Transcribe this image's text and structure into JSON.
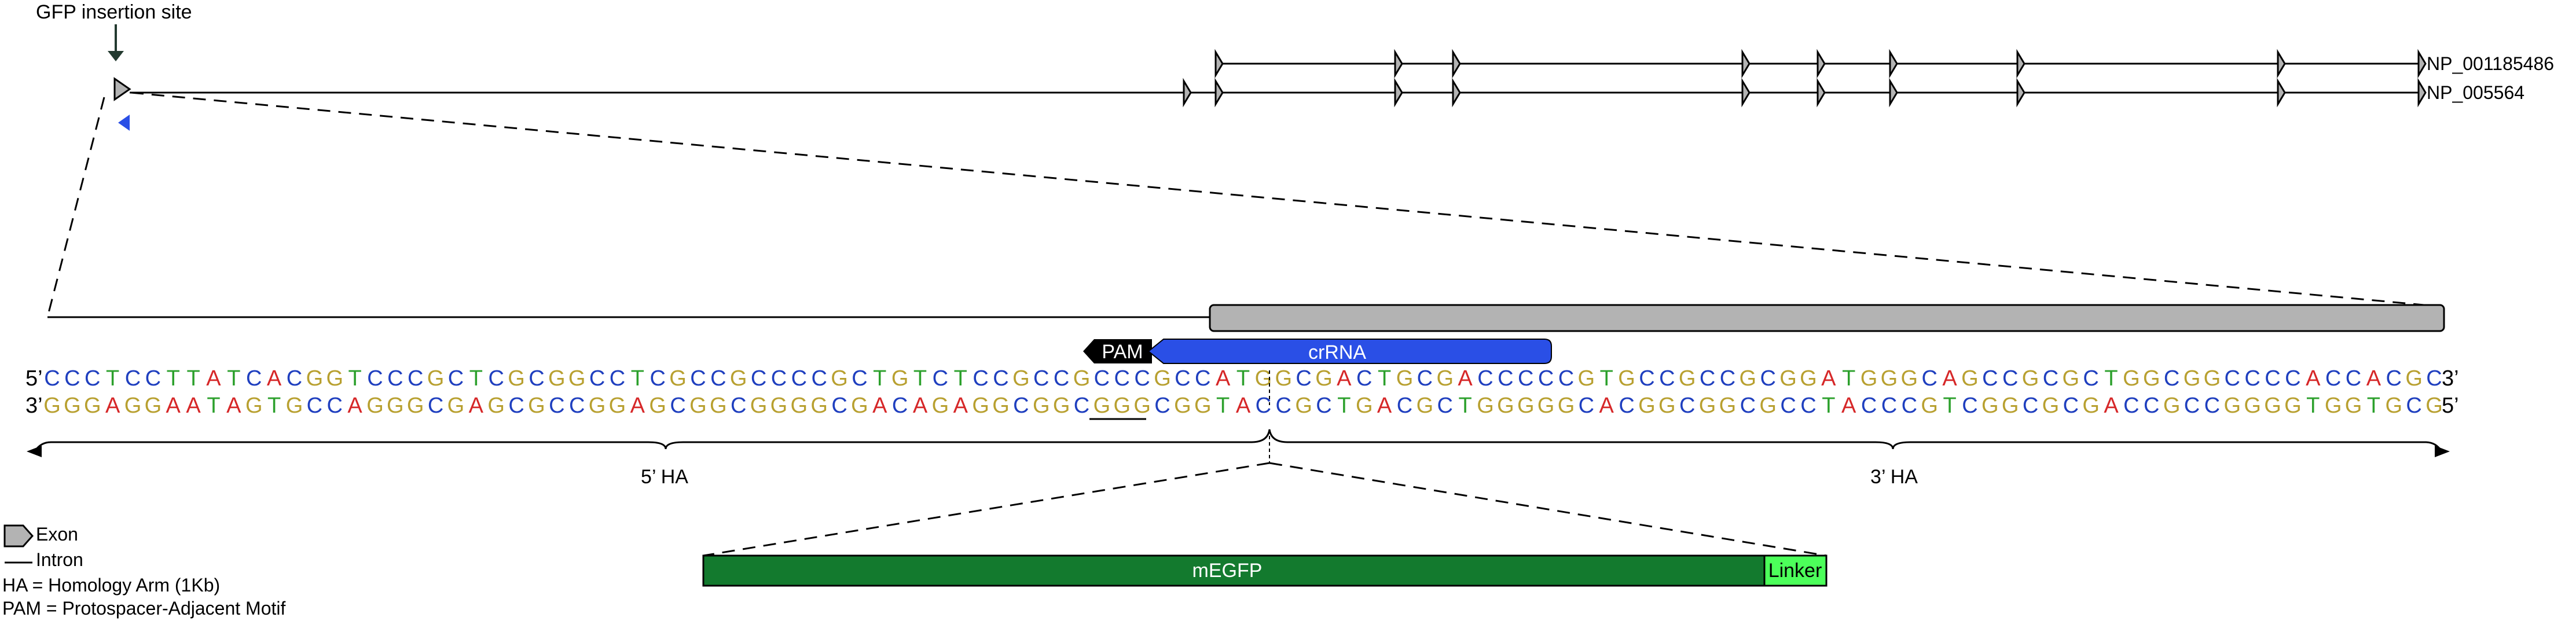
{
  "gfp_site_label": "GFP insertion site",
  "transcripts": [
    "NP_001185486",
    "NP_005564"
  ],
  "labels": {
    "pam": "PAM",
    "crrna": "crRNA",
    "ha5": "5’ HA",
    "ha3": "3’ HA",
    "megfp": "mEGFP",
    "linker": "Linker"
  },
  "sequence": {
    "top_prefix": "5’",
    "top_suffix": "3’",
    "bottom_prefix": "3’",
    "bottom_suffix": "5’",
    "top": "CCCTCCTTATCACGGTCCCGCTCGCGGCCTCGCCGCCCCGCTGTCTCCGCCGCCCGCCATGGCGACTGCGACCCCCGTGCCGCCGCGGATGGGCAGCCGCGCTGGCGGCCCCACCACGC",
    "bottom": "GGGAGGAATAGTGCCAGGGCGAGCGCCGGAGCGGCGGGGCGACAGAGGCGGCGGGCGGTACCGCTGACGCTGGGGGCACGGCGGCGCCTACCCGTCGGCGCGACCGCCGGGGTGGTGCG"
  },
  "legend": {
    "exon": "Exon",
    "intron": "Intron",
    "ha": "HA = Homology Arm (1Kb)",
    "pam": "PAM = Protospacer-Adjacent Motif"
  },
  "colors": {
    "A": "#d62728",
    "C": "#1f3fbf",
    "G": "#b8a030",
    "T": "#2ca02c",
    "crrna": "#2a4fe6",
    "pam": "#000000",
    "megfp": "#137a2e",
    "linker": "#4cff5a",
    "exon_fill": "#b3b3b3",
    "arrow": "#233a30"
  }
}
